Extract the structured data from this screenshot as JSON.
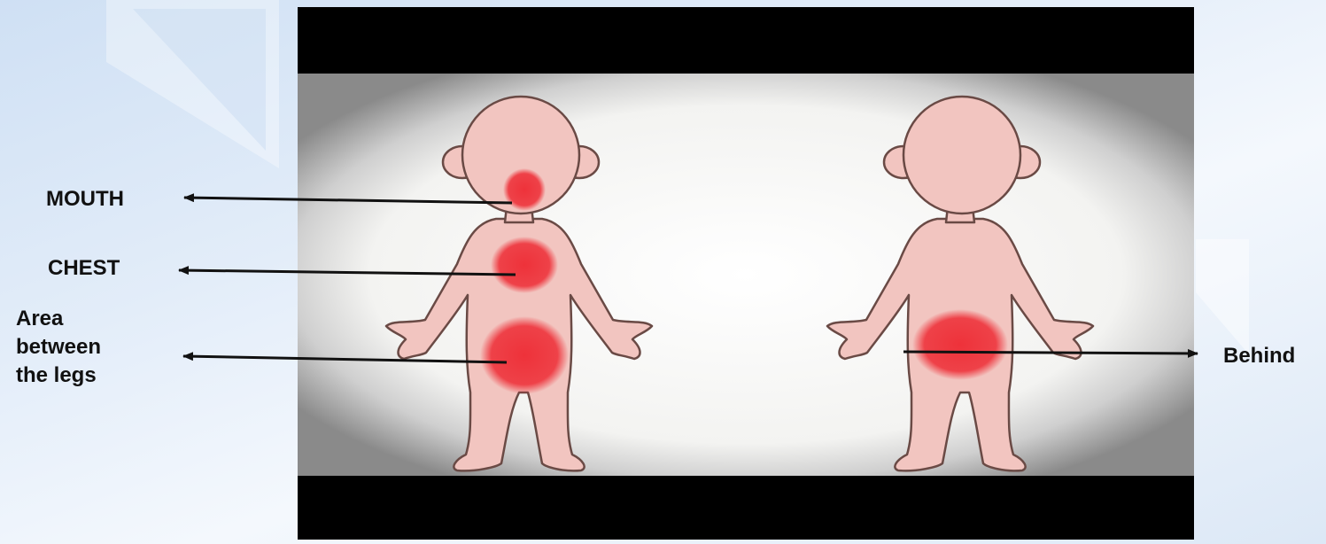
{
  "labels": {
    "mouth": "MOUTH",
    "chest": "CHEST",
    "between_legs": [
      "Area",
      "between",
      "the legs"
    ],
    "behind": "Behind"
  },
  "colors": {
    "skin": "#f2c5c0",
    "outline": "#6a4a45",
    "highlight": "#ee2a33",
    "letterbox": "#000000"
  }
}
